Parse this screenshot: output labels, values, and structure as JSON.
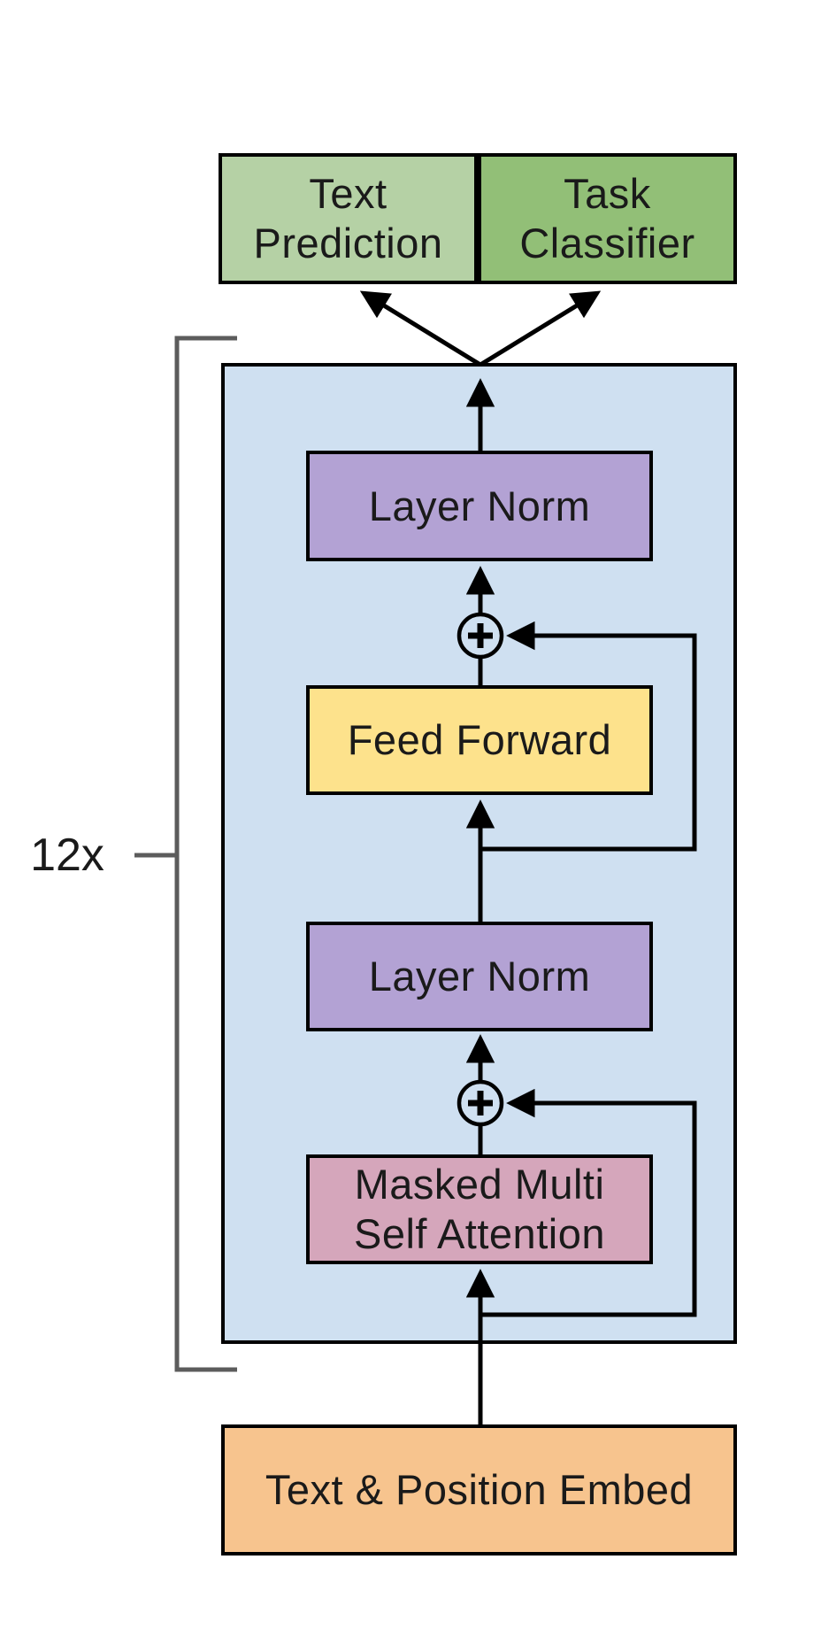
{
  "diagram": {
    "nodes": {
      "text_prediction": {
        "line1": "Text",
        "line2": "Prediction"
      },
      "task_classifier": {
        "line1": "Task",
        "line2": "Classifier"
      },
      "layer_norm_top": {
        "label": "Layer Norm"
      },
      "feed_forward": {
        "label": "Feed Forward"
      },
      "layer_norm_bottom": {
        "label": "Layer Norm"
      },
      "masked_attention": {
        "line1": "Masked Multi",
        "line2": "Self Attention"
      },
      "embed": {
        "label": "Text & Position Embed"
      }
    },
    "repeat": {
      "label": "12x"
    },
    "icons": {
      "residual_add_top": "circle-plus-icon",
      "residual_add_bottom": "circle-plus-icon"
    },
    "colors": {
      "light_green": "#b5d1a5",
      "green": "#92bf77",
      "container_blue": "#cfe0f1",
      "purple": "#b3a2d4",
      "yellow": "#fde28c",
      "pink": "#d5a6bb",
      "orange": "#f7c48e",
      "line": "#000000",
      "bracket": "#5c5c5c",
      "text": "#1a1a1a",
      "background": "#ffffff"
    }
  }
}
